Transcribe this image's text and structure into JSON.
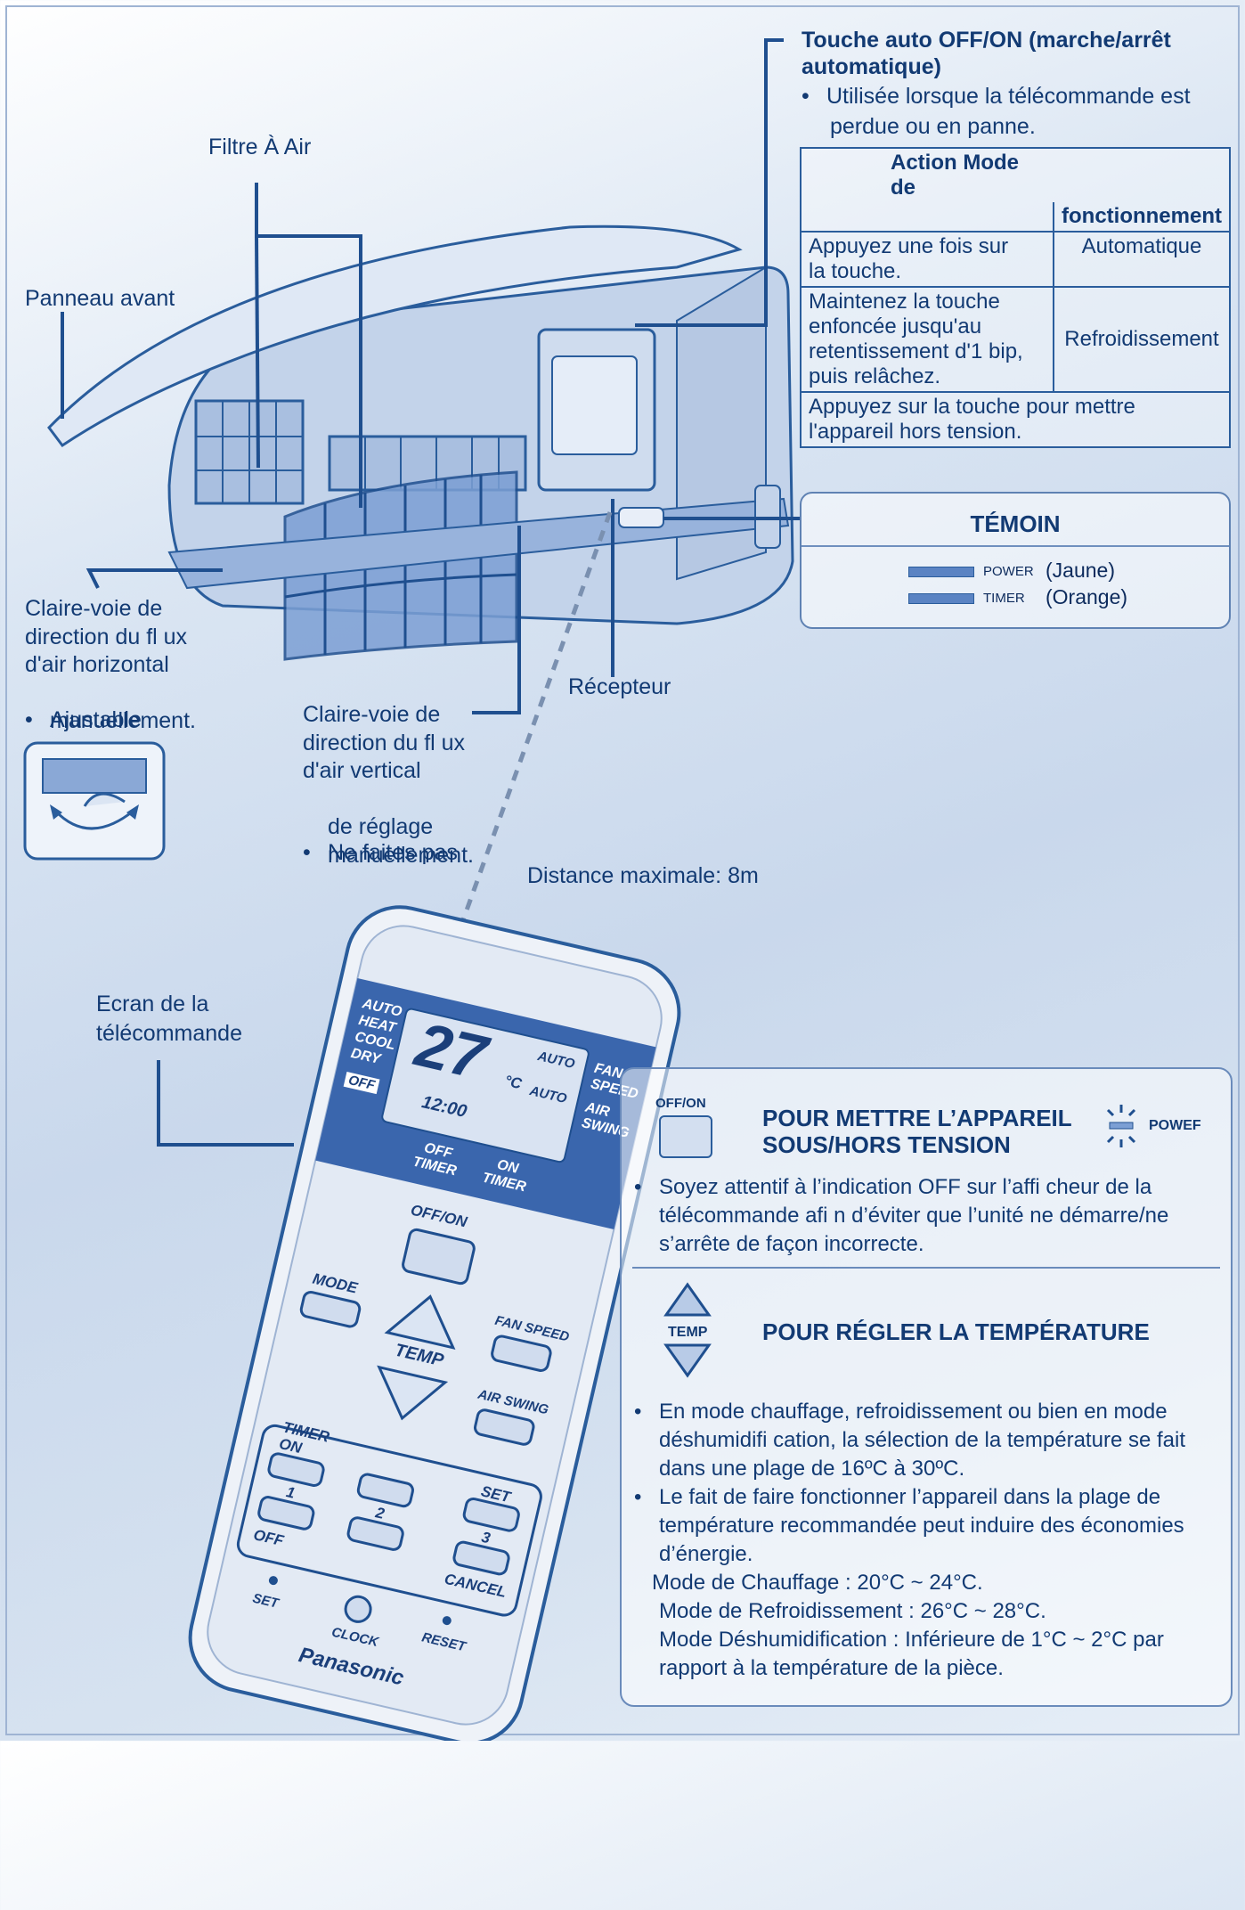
{
  "labels": {
    "touche_title": "Touche auto OFF/ON (marche/arrêt automatique)",
    "touche_bullet_1": "Utilisée lorsque la télécommande est",
    "touche_bullet_2": "perdue ou en panne.",
    "filtre": "Filtre À Air",
    "panneau": "Panneau avant",
    "horizontal_1": "Claire-voie de",
    "horizontal_2": "direction du fl ux",
    "horizontal_3": "d'air horizontal",
    "horizontal_b1": "Ajustable",
    "horizontal_b2": "manuellement.",
    "vertical_1": "Claire-voie de",
    "vertical_2": "direction du fl ux",
    "vertical_3": "d'air vertical",
    "vertical_b1": "Ne faites pas",
    "vertical_b2": "de réglage",
    "vertical_b3": "manuellement.",
    "recepteur": "Récepteur",
    "distance": "Distance maximale: 8m",
    "ecran_1": "Ecran de la",
    "ecran_2": "télécommande"
  },
  "action_table": {
    "header_action": "Action Mode de",
    "header_mode": "fonctionnement",
    "rows": [
      {
        "action_1": "Appuyez une fois sur",
        "action_2": "la touche.",
        "mode": "Automatique"
      },
      {
        "action_1": "Maintenez la touche",
        "action_2": "enfoncée jusqu'au",
        "action_3": "retentissement d'1 bip,",
        "action_4": "puis relâchez.",
        "mode": "Refroidissement"
      }
    ],
    "footer_1": "Appuyez sur la touche pour mettre",
    "footer_2": "l'appareil hors tension."
  },
  "temoin": {
    "title": "TÉMOIN",
    "power_small": "POWER",
    "power_color": "(Jaune)",
    "timer_small": "TIMER",
    "timer_color": "(Orange)"
  },
  "remote": {
    "modes": [
      "AUTO",
      "HEAT",
      "COOL",
      "DRY"
    ],
    "temp": "27",
    "unit": "°C",
    "auto_fan": "AUTO",
    "fan_speed": "FAN SPEED",
    "auto_air": "AUTO",
    "air_swing": "AIR SWING",
    "off": "OFF",
    "time": "12:00",
    "off_timer": "OFF TIMER",
    "on_timer": "ON TIMER",
    "offon": "OFF/ON",
    "mode": "MODE",
    "fan_speed_btn": "FAN SPEED",
    "temp_label": "TEMP",
    "air_swing_btn": "AIR SWING",
    "timer_on": "TIMER ON",
    "btn1": "1",
    "btn2": "2",
    "btn3": "3",
    "off_lbl": "OFF",
    "set_lbl": "SET",
    "cancel": "CANCEL",
    "set_small": "SET",
    "clock": "CLOCK",
    "reset": "RESET",
    "brand": "Panasonic"
  },
  "info_box": {
    "offon_icon_label": "OFF/ON",
    "power_head_1": "POUR METTRE L’APPAREIL",
    "power_head_2": "SOUS/HORS TENSION",
    "power_led": "POWEF",
    "power_text_1": "Soyez attentif à l’indication OFF sur l’affi cheur de la",
    "power_text_2": "télécommande afi n d’éviter que l’unité ne démarre/ne",
    "power_text_3": "s’arrête de façon incorrecte.",
    "temp_icon_label": "TEMP",
    "temp_head": "POUR RÉGLER LA TEMPÉRATURE",
    "temp_b1_1": "En mode chauffage, refroidissement ou bien en mode",
    "temp_b1_2": "déshumidifi cation, la sélection de la température se fait",
    "temp_b1_3": "dans une plage de 16ºC à 30ºC.",
    "temp_b2_1": "Le fait de faire fonctionner l’appareil dans la plage de",
    "temp_b2_2": "température recommandée peut induire des économies",
    "temp_b2_3": "d’énergie.",
    "mode_chauffage": "Mode de Chauffage : 20°C ~ 24°C.",
    "mode_refroid": "Mode de Refroidissement : 26°C ~ 28°C.",
    "mode_deshum_1": "Mode Déshumidification : Inférieure de 1°C ~ 2°C par",
    "mode_deshum_2": "rapport à la température de la pièce."
  }
}
